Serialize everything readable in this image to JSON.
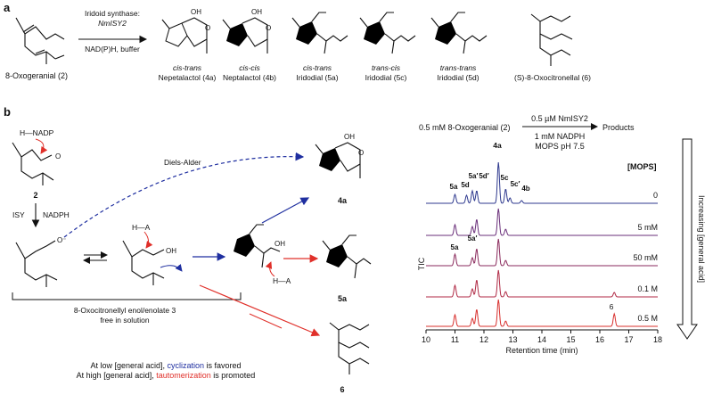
{
  "panel_a": {
    "label": "a",
    "arrow_top": "Iridoid synthase:",
    "arrow_top_enzyme": "NmISY2",
    "arrow_bottom": "NAD(P)H, buffer",
    "start_compound": "8-Oxogeranial (2)",
    "products": [
      {
        "name_line1": "cis-trans",
        "name_line2": "Nepetalactol (4a)"
      },
      {
        "name_line1": "cis-cis",
        "name_line2": "Neptalactol (4b)"
      },
      {
        "name_line1": "cis-trans",
        "name_line2": "Iridodial (5a)"
      },
      {
        "name_line1": "trans-cis",
        "name_line2": "Iridodial (5c)"
      },
      {
        "name_line1": "trans-trans",
        "name_line2": "Iridodial (5d)"
      },
      {
        "name_line1": "(S)-8-Oxocitronellal (6)",
        "name_line2": ""
      }
    ]
  },
  "panel_b": {
    "label": "b",
    "nadp": "H—NADP",
    "compound2": "2",
    "isy": "ISY",
    "nadph": "NADPH",
    "diels_alder": "Diels-Alder",
    "ha1": "H—A",
    "ha2": "H—A",
    "oh1": "OH",
    "oh2": "OH",
    "oh3": "OH",
    "enolate_label": "8-Oxocitronellyl enol/enolate 3",
    "enolate_sub": "free in solution",
    "label_4a": "4a",
    "label_5a": "5a",
    "label_6": "6",
    "legend_line1_pre": "At low [general acid], ",
    "legend_line1_hl": "cyclization",
    "legend_line1_post": " is favored",
    "legend_line2_pre": "At high [general acid], ",
    "legend_line2_hl": "tautomerization",
    "legend_line2_post": " is promoted",
    "blue_color": "#1f2fa0",
    "red_color": "#e0302a"
  },
  "chromatogram": {
    "reaction_left": "0.5 mM 8-Oxogeranial (2)",
    "reaction_enzyme": "0.5 µM NmISY2",
    "reaction_products": "Products",
    "reaction_cond1": "1 mM NADPH",
    "reaction_cond2": "MOPS pH 7.5",
    "y_label": "TIC",
    "x_label": "Retention time (min)",
    "gradient_label": "Increasing [general acid]",
    "mops_header": "[MOPS]",
    "x_ticks": [
      "10",
      "11",
      "12",
      "13",
      "14",
      "15",
      "16",
      "17",
      "18"
    ],
    "traces": [
      {
        "condition": "0",
        "color": "#2f3a8f"
      },
      {
        "condition": "5 mM",
        "color": "#6a2f7a"
      },
      {
        "condition": "50 mM",
        "color": "#8a2a5c"
      },
      {
        "condition": "0.1 M",
        "color": "#b02a45"
      },
      {
        "condition": "0.5 M",
        "color": "#d8302e"
      }
    ],
    "peak_labels": {
      "p4a": "4a",
      "p5a": "5a",
      "p5d": "5d",
      "p5a_prime": "5a′",
      "p5d_prime": "5d′",
      "p5c": "5c",
      "p5c_prime": "5c′",
      "p4b": "4b",
      "p5a_t3": "5a",
      "p5a_prime_t3": "5a′",
      "p6": "6"
    }
  }
}
